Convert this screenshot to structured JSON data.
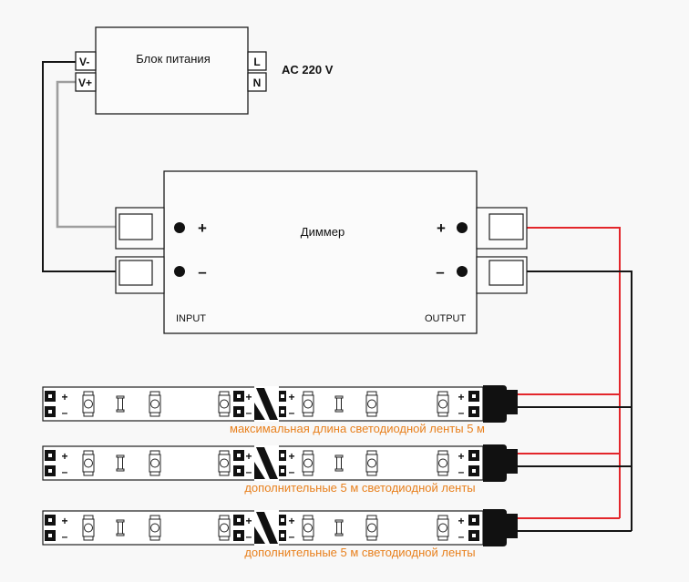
{
  "power_supply": {
    "label": "Блок питания",
    "terminals": {
      "v_minus": "V-",
      "v_plus": "V+",
      "l": "L",
      "n": "N"
    },
    "ac_input": "AC 220 V"
  },
  "dimmer": {
    "label": "Диммер",
    "input_plus": "+",
    "input_minus": "–",
    "output_plus": "+",
    "output_minus": "–",
    "input_label": "INPUT",
    "output_label": "OUTPUT"
  },
  "led_strip_pads": {
    "plus": "+",
    "minus": "–"
  },
  "led_strips": [
    {
      "caption": "максимальная длина светодиодной ленты 5 м"
    },
    {
      "caption": "дополнительные 5 м светодиодной ленты"
    },
    {
      "caption": "дополнительные 5 м светодиодной ленты"
    }
  ],
  "colors": {
    "wire_red": "#e3262b",
    "wire_gray": "#9e9e9e",
    "wire_black": "#151515",
    "caption_orange": "#e8801d"
  }
}
